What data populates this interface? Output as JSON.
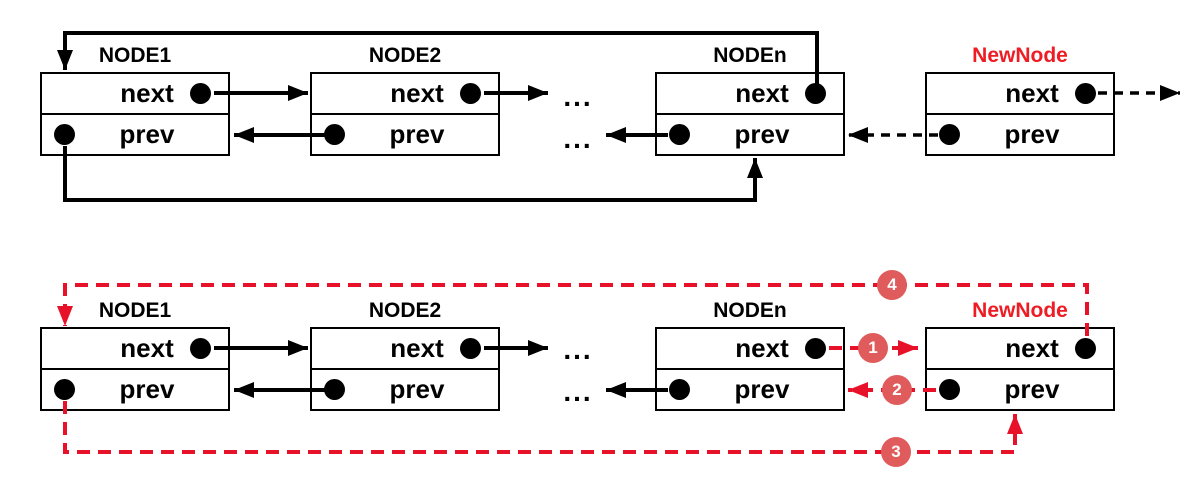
{
  "colors": {
    "link_red": "#e8112a",
    "badge_fill": "#e05c5c",
    "newnode_red": "#ee1c24",
    "line_black": "#000000",
    "bg": "#ffffff"
  },
  "labels": {
    "next": "next",
    "prev": "prev",
    "ellipsis": "..."
  },
  "top_diagram": {
    "nodes": [
      {
        "label": "NODE1"
      },
      {
        "label": "NODE2"
      },
      {
        "label": "NODEn"
      },
      {
        "label": "NewNode"
      }
    ]
  },
  "bottom_diagram": {
    "nodes": [
      {
        "label": "NODE1"
      },
      {
        "label": "NODE2"
      },
      {
        "label": "NODEn"
      },
      {
        "label": "NewNode"
      }
    ],
    "steps": [
      "1",
      "2",
      "3",
      "4"
    ]
  }
}
